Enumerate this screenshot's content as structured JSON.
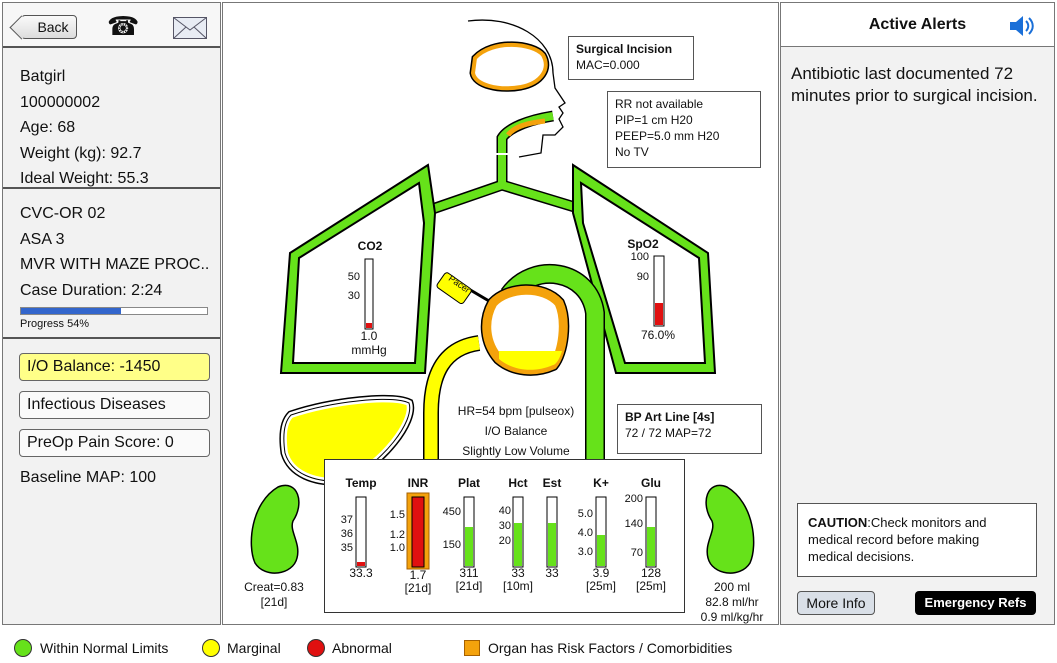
{
  "header": {
    "back_label": "Back"
  },
  "patient": {
    "name": "Batgirl",
    "mrn": "100000002",
    "age": "Age: 68",
    "weight": "Weight (kg): 92.7",
    "ideal_weight": "Ideal Weight: 55.3"
  },
  "case": {
    "room": "CVC-OR 02",
    "asa": "ASA 3",
    "procedure": "MVR WITH MAZE PROC..",
    "duration": "Case Duration: 2:24",
    "progress_label": "Progress 54%",
    "progress": 0.54
  },
  "left_buttons": {
    "io_balance": "I/O Balance: -1450",
    "infectious": "Infectious Diseases",
    "pain": "PreOp Pain Score: 0",
    "baseline_map": "Baseline MAP: 100"
  },
  "center": {
    "surgical_title": "Surgical Incision",
    "surgical_mac": "MAC=0.000",
    "vent": [
      "RR not available",
      "PIP=1 cm H20",
      "PEEP=5.0 mm H20",
      "No TV"
    ],
    "co2": {
      "label": "CO2",
      "ticks": [
        "50",
        "30"
      ],
      "value": "1.0",
      "unit": "mmHg"
    },
    "spo2": {
      "label": "SpO2",
      "ticks": [
        "100",
        "90"
      ],
      "value": "76.0%"
    },
    "pacer": "Pacer",
    "heart": [
      "HR=54 bpm [pulseox)",
      "I/O Balance",
      "Slightly Low Volume"
    ],
    "bp_title": "BP Art Line [4s]",
    "bp_value": "72 / 72 MAP=72",
    "kidney_left": [
      "Creat=0.83",
      "[21d]"
    ],
    "kidney_right": [
      "200 ml",
      "82.8 ml/hr",
      "0.9 ml/kg/hr"
    ]
  },
  "labs": {
    "temp": {
      "label": "Temp",
      "ticks": [
        "37",
        "36",
        "35"
      ],
      "value": "33.3",
      "age": ""
    },
    "inr": {
      "label": "INR",
      "ticks": [
        "1.5",
        "1.2",
        "1.0"
      ],
      "value": "1.7",
      "age": "[21d]"
    },
    "plat": {
      "label": "Plat",
      "ticks": [
        "450",
        "150"
      ],
      "value": "311",
      "age": "[21d]"
    },
    "hct": {
      "label": "Hct",
      "ticks": [
        "40",
        "30",
        "20"
      ],
      "value": "33",
      "age": "[10m]"
    },
    "est": {
      "label": "Est",
      "ticks": [],
      "value": "33",
      "age": ""
    },
    "k": {
      "label": "K+",
      "ticks": [
        "5.0",
        "4.0",
        "3.0"
      ],
      "value": "3.9",
      "age": "[25m]"
    },
    "glu": {
      "label": "Glu",
      "ticks": [
        "200",
        "140",
        "70"
      ],
      "value": "128",
      "age": "[25m]"
    }
  },
  "alerts": {
    "title": "Active Alerts",
    "message": "Antibiotic last documented 72 minutes prior to surgical incision.",
    "caution_label": "CAUTION",
    "caution_text": ":Check monitors and medical record before making medical decisions.",
    "more_info": "More Info",
    "emergency": "Emergency Refs"
  },
  "legend": {
    "normal": "Within Normal Limits",
    "marginal": "Marginal",
    "abnormal": "Abnormal",
    "risk": "Organ has Risk Factors / Comorbidities"
  },
  "colors": {
    "normal": "#66e21a",
    "marginal": "#ffff00",
    "abnormal": "#e01010",
    "risk": "#f4a20c"
  }
}
